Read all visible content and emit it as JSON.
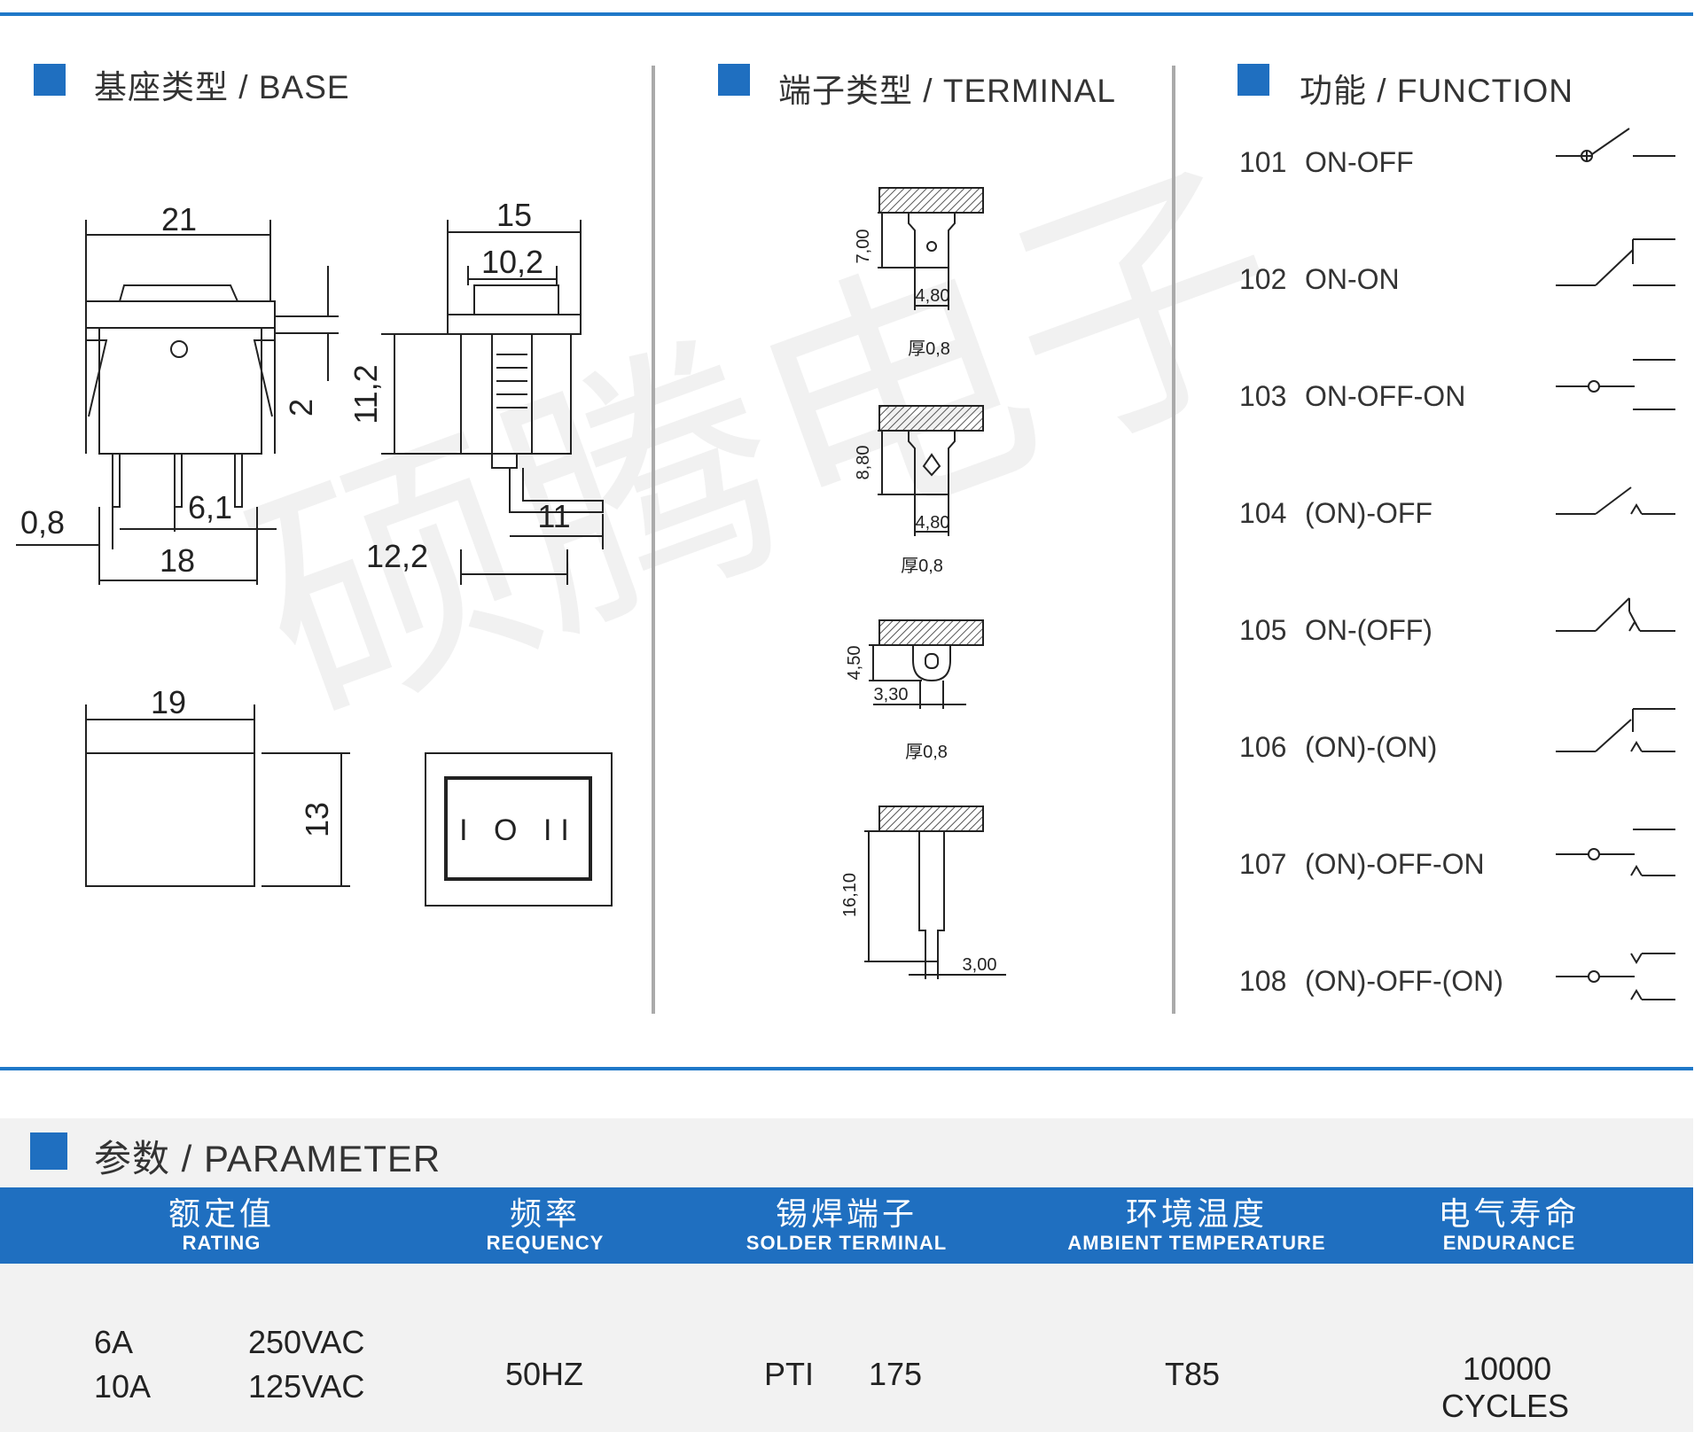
{
  "sections": {
    "base": "基座类型 / BASE",
    "terminal": "端子类型 / TERMINAL",
    "function": "功能 / FUNCTION",
    "parameter": "参数 / PARAMETER"
  },
  "watermark": "硕腾电子",
  "base_dims": {
    "d21": "21",
    "d15": "15",
    "d10_2": "10,2",
    "d2": "2",
    "d11_2": "11,2",
    "d0_8": "0,8",
    "d6_1": "6,1",
    "d18": "18",
    "d11": "11",
    "d12_2": "12,2",
    "d19": "19",
    "d13": "13",
    "rocker_marks": "I O II"
  },
  "terminals": [
    {
      "height": "7,00",
      "width": "4,80",
      "thick": "厚0,8"
    },
    {
      "height": "8,80",
      "width": "4,80",
      "thick": "厚0,8"
    },
    {
      "height": "4,50",
      "width": "3,30",
      "thick": "厚0,8"
    },
    {
      "height": "16,10",
      "width": "3,00",
      "thick": ""
    }
  ],
  "functions": [
    {
      "code": "101",
      "label": "ON-OFF",
      "icon": "switch-on-off-icon"
    },
    {
      "code": "102",
      "label": "ON-ON",
      "icon": "switch-on-on-icon"
    },
    {
      "code": "103",
      "label": "ON-OFF-ON",
      "icon": "switch-on-off-on-icon"
    },
    {
      "code": "104",
      "label": "(ON)-OFF",
      "icon": "switch-mom-off-icon"
    },
    {
      "code": "105",
      "label": "ON-(OFF)",
      "icon": "switch-on-mom-off-icon"
    },
    {
      "code": "106",
      "label": "(ON)-(ON)",
      "icon": "switch-mom-mom-icon"
    },
    {
      "code": "107",
      "label": "(ON)-OFF-ON",
      "icon": "switch-mom-off-on-icon"
    },
    {
      "code": "108",
      "label": "(ON)-OFF-(ON)",
      "icon": "switch-mom-off-mom-icon"
    }
  ],
  "table": {
    "headers": [
      {
        "zh": "额定值",
        "en": "RATING"
      },
      {
        "zh": "频率",
        "en": "REQUENCY"
      },
      {
        "zh": "锡焊端子",
        "en": "SOLDER TERMINAL"
      },
      {
        "zh": "环境温度",
        "en": "AMBIENT TEMPERATURE"
      },
      {
        "zh": "电气寿命",
        "en": "ENDURANCE"
      }
    ],
    "rating": [
      {
        "current": "6A",
        "voltage": "250VAC"
      },
      {
        "current": "10A",
        "voltage": "125VAC"
      }
    ],
    "frequency": "50HZ",
    "solder": {
      "label": "PTI",
      "value": "175"
    },
    "temperature": "T85",
    "endurance": [
      "10000",
      "CYCLES"
    ]
  },
  "colors": {
    "accent": "#1f6fc0",
    "rule": "#1f78c8"
  }
}
